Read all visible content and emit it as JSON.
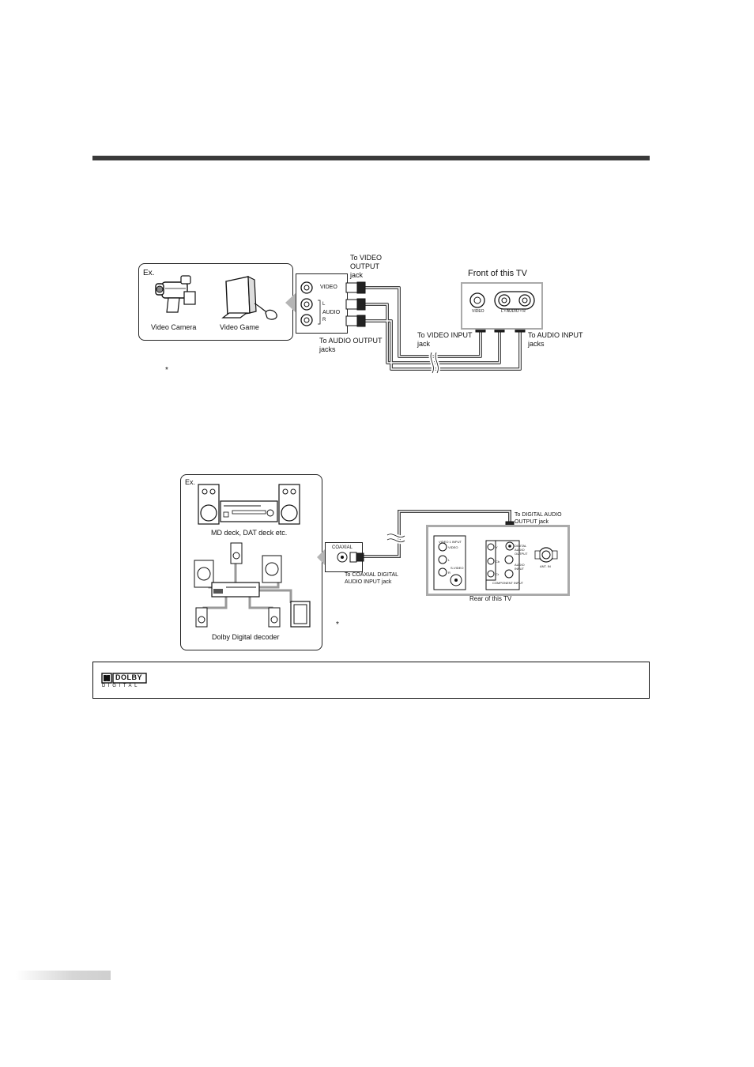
{
  "diagram1": {
    "ex_label": "Ex.",
    "device1": "Video Camera",
    "device2": "Video Game",
    "jack_video": "VIDEO",
    "jack_l": "L",
    "jack_audio": "AUDIO",
    "jack_r": "R",
    "to_video_output": "To VIDEO\nOUTPUT\njack",
    "to_audio_output": "To AUDIO OUTPUT\njacks",
    "front_label": "Front of this TV",
    "tv_video": "VIDEO",
    "tv_audio": "L • AUDIO • R",
    "to_video_input": "To VIDEO INPUT\njack",
    "to_audio_input": "To AUDIO INPUT\njacks",
    "asterisk": "*"
  },
  "diagram2": {
    "ex_label": "Ex.",
    "device1": "MD deck, DAT deck etc.",
    "device2": "Dolby Digital decoder",
    "coaxial_label": "COAXIAL",
    "to_coaxial_input": "To COAXIAL DIGITAL\nAUDIO INPUT jack",
    "to_digital_output": "To DIGITAL AUDIO\nOUTPUT jack",
    "rear_label": "Rear of this TV",
    "rear_video_input": "VIDEO 1 INPUT",
    "rear_video": "VIDEO",
    "rear_l": "L",
    "rear_r": "R",
    "rear_svideo": "S-VIDEO",
    "rear_digital": "DIGITAL AUDIO OUTPUT",
    "rear_audio_input": "AUDIO INPUT",
    "rear_component": "COMPONENT INPUT",
    "rear_y": "Y",
    "rear_cb": "Cb",
    "rear_cr": "Cr",
    "rear_ant": "ANT. IN",
    "asterisk": "*"
  },
  "note": {
    "logo_top": "DOLBY",
    "logo_bottom": "DIGITAL"
  }
}
